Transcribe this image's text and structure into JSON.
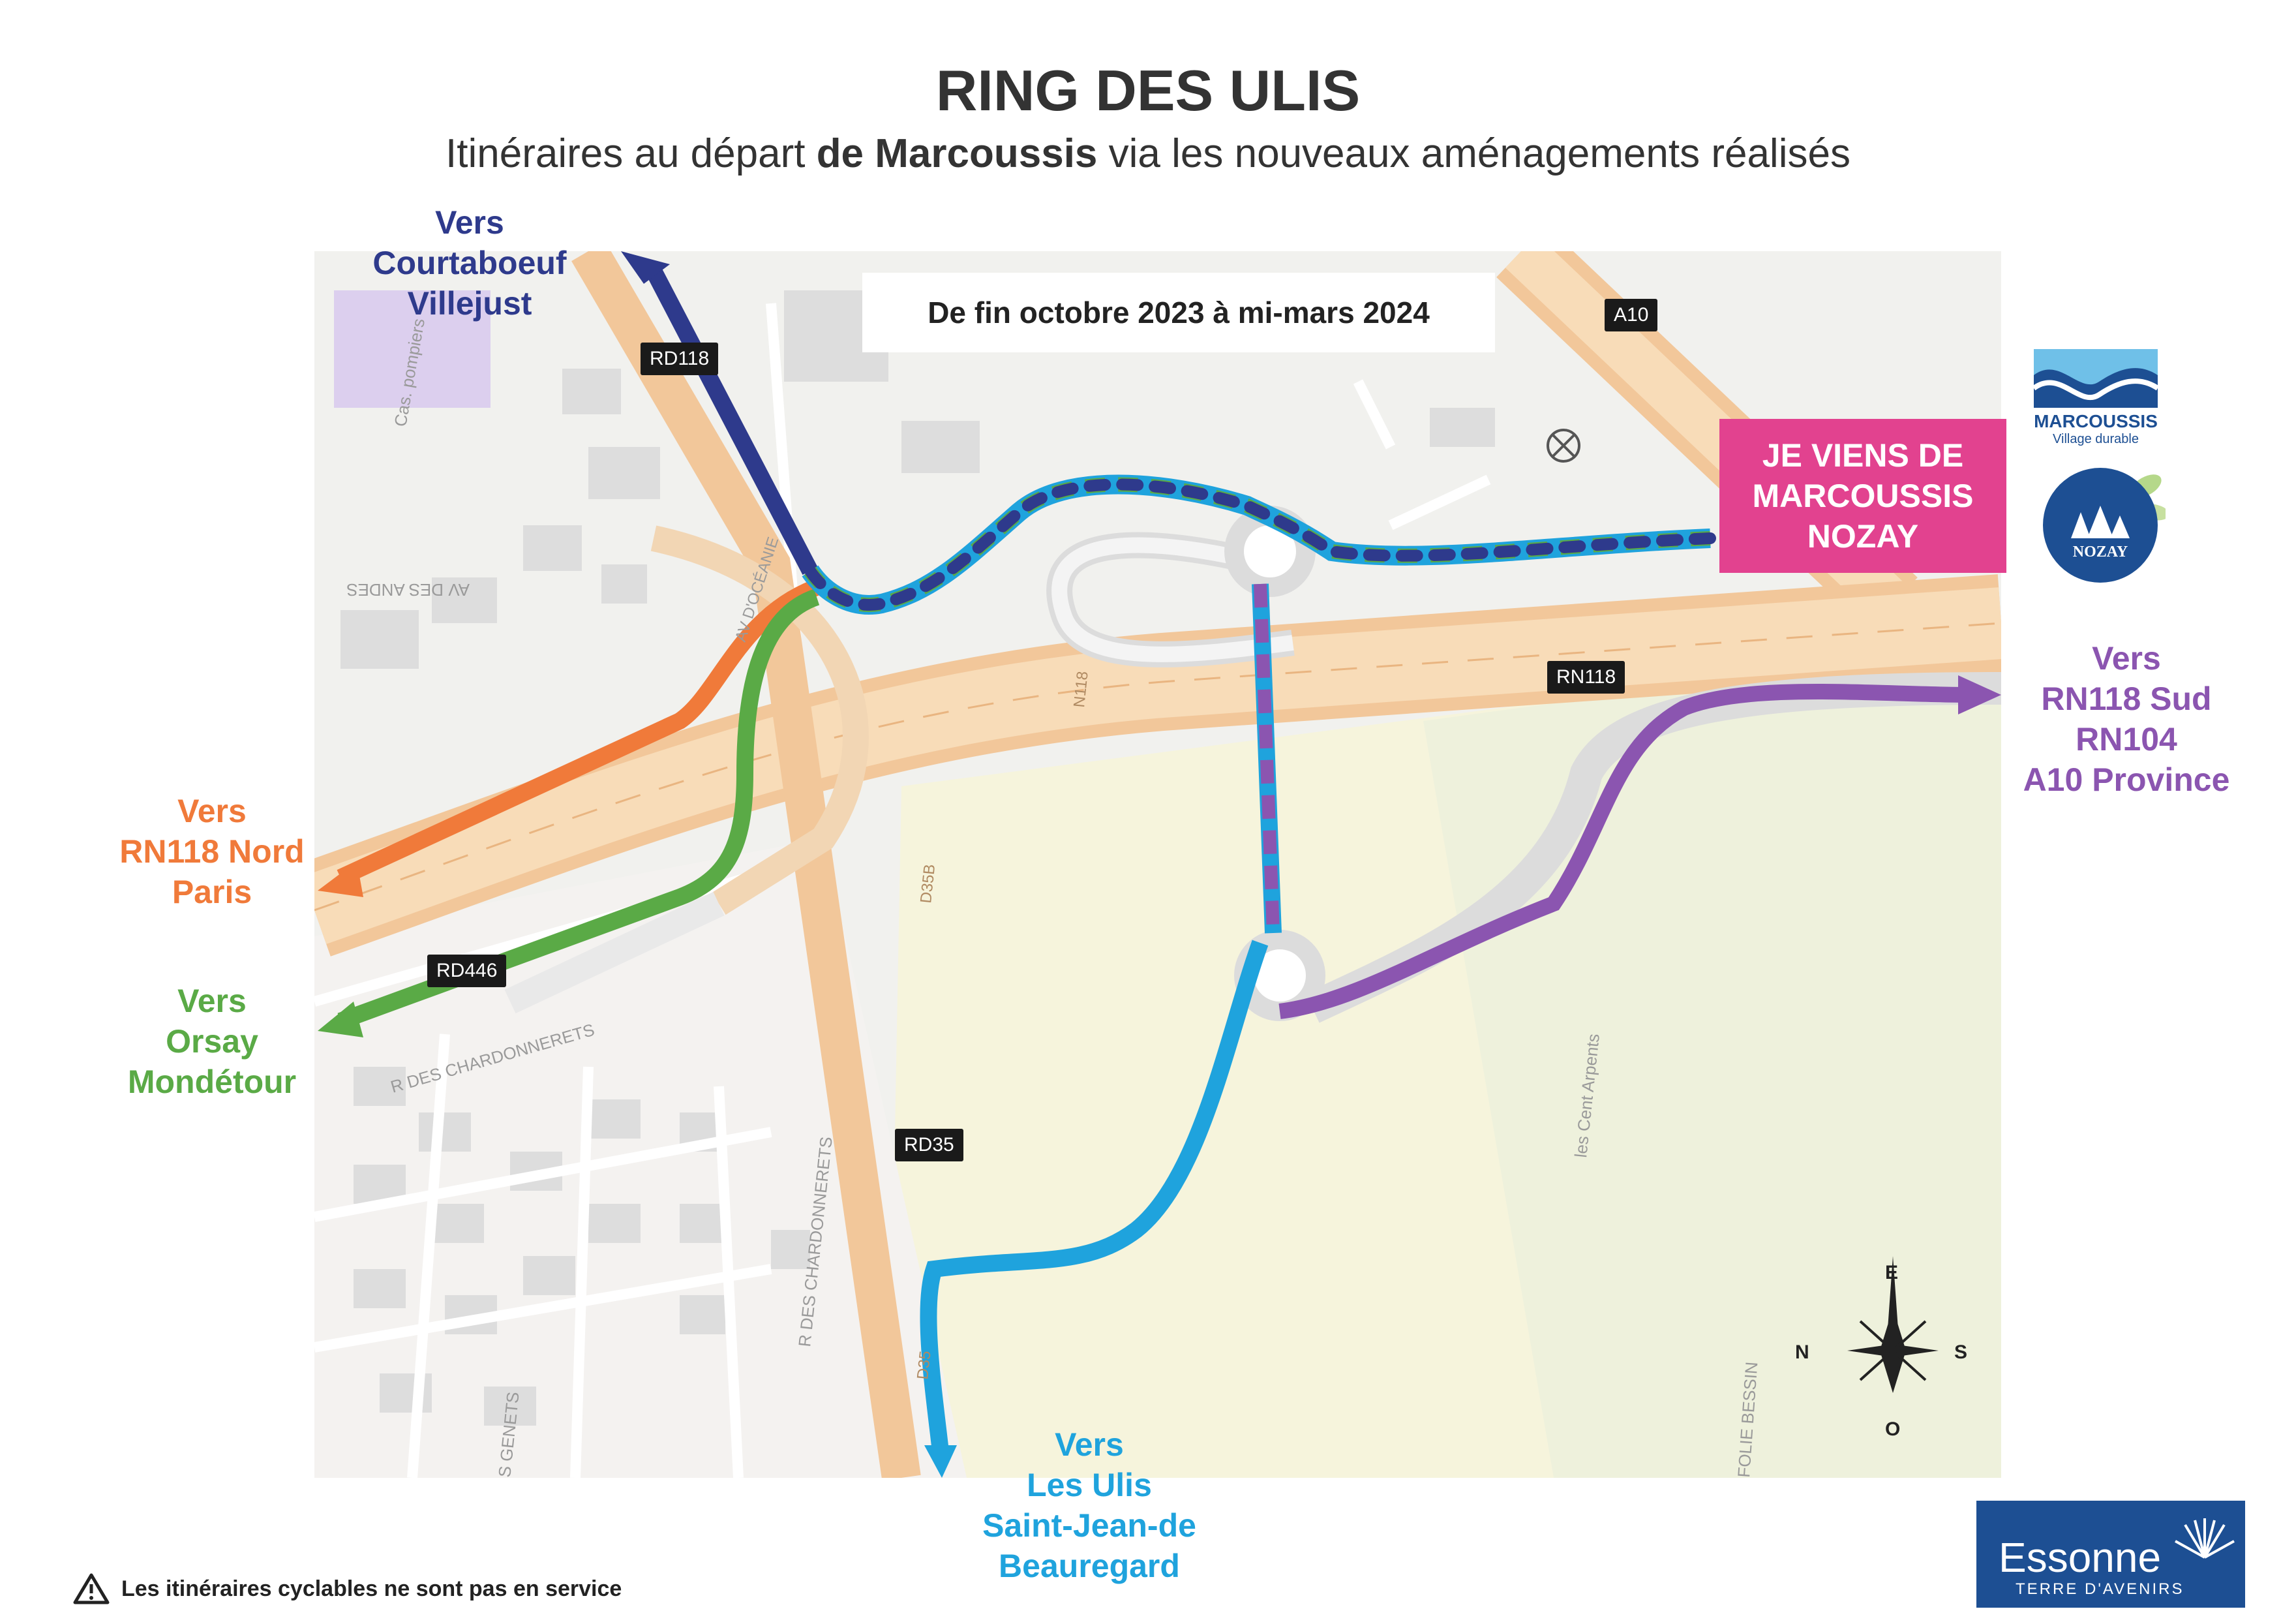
{
  "title": "RING DES ULIS",
  "subtitle": {
    "pre": "Itinéraires au départ ",
    "bold": "de Marcoussis",
    "post": " via les nouveaux aménagements réalisés"
  },
  "period": "De fin octobre 2023 à mi-mars 2024",
  "origin": {
    "l1": "JE VIENS DE",
    "l2": "MARCOUSSIS",
    "l3": "NOZAY"
  },
  "destinations": {
    "north": {
      "l1": "Vers",
      "l2": "Courtaboeuf",
      "l3": "Villejust",
      "color": "#2e3a8c"
    },
    "west": {
      "l1": "Vers",
      "l2": "RN118 Nord",
      "l3": "Paris",
      "color": "#f07a3a"
    },
    "orsay": {
      "l1": "Vers",
      "l2": "Orsay",
      "l3": "Mondétour",
      "color": "#5aaa46"
    },
    "south": {
      "l1": "Vers",
      "l2": "Les Ulis",
      "l3": "Saint-Jean-de",
      "l4": "Beauregard",
      "color": "#1fa3dd"
    },
    "east": {
      "l1": "Vers",
      "l2": "RN118 Sud",
      "l3": "RN104",
      "l4": "A10 Province",
      "color": "#8b55b0"
    }
  },
  "roads": {
    "rd118": "RD118",
    "a10": "A10",
    "rn118": "RN118",
    "rd446": "RD446",
    "rd35": "RD35"
  },
  "map_labels": {
    "av_andes": "AV DES ANDES",
    "av_oceanie": "AV D'OCÉANIE",
    "chardonnerets1": "R DES CHARDONNERETS",
    "chardonnerets2": "R DES CHARDONNERETS",
    "cent_arpents": "les Cent Arpents",
    "genets": "S GENETS",
    "folie_bessin": "FOLIE BESSIN",
    "pompiers": "Cas. pompiers",
    "d35": "D35",
    "d35b": "D35B",
    "n118": "N118"
  },
  "compass": {
    "e": "E",
    "n": "N",
    "s": "S",
    "o": "O"
  },
  "logos": {
    "marcoussis": "MARCOUSSIS",
    "marcoussis_sub": "Village durable",
    "nozay": "NOZAY",
    "essonne": "Essonne",
    "essonne_sub": "TERRE D'AVENIRS"
  },
  "notice": "Les itinéraires cyclables ne sont pas en service",
  "colors": {
    "navy": "#2e3a8c",
    "orange": "#f07a3a",
    "green": "#5aaa46",
    "blue": "#1fa3dd",
    "purple": "#8b55b0",
    "pink": "#e2428f",
    "road": "#f6cfa2",
    "essonne": "#1d4f93"
  }
}
